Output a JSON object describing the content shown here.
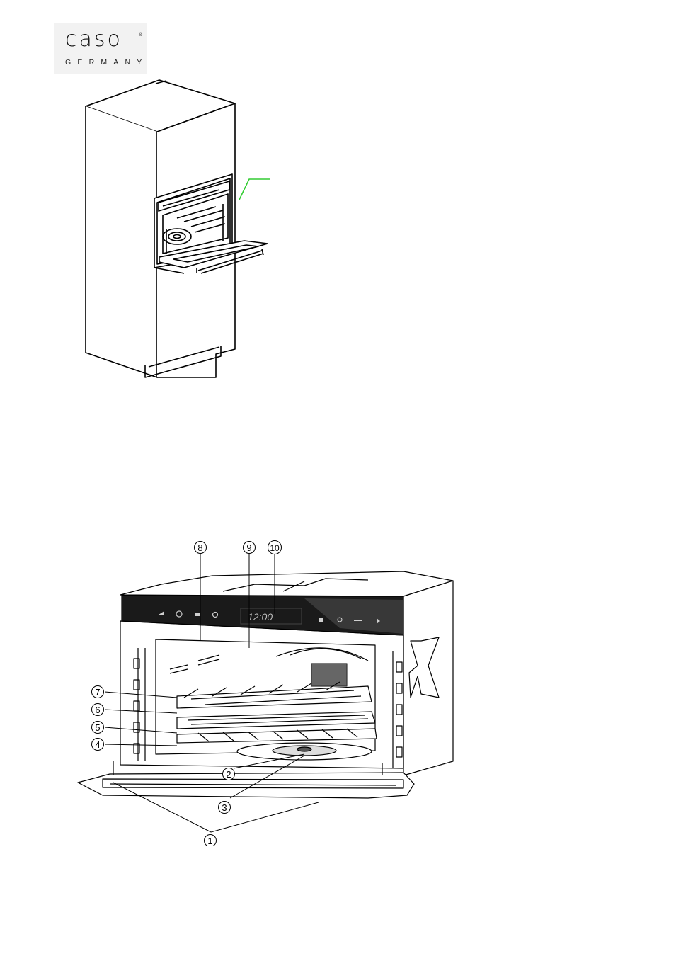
{
  "header": {
    "brand": "caso",
    "registered": "®",
    "tagline": "GERMANY"
  },
  "figure_oven": {
    "display_time": "12:00",
    "callouts": [
      "1",
      "2",
      "3",
      "4",
      "5",
      "6",
      "7",
      "8",
      "9",
      "10"
    ]
  }
}
